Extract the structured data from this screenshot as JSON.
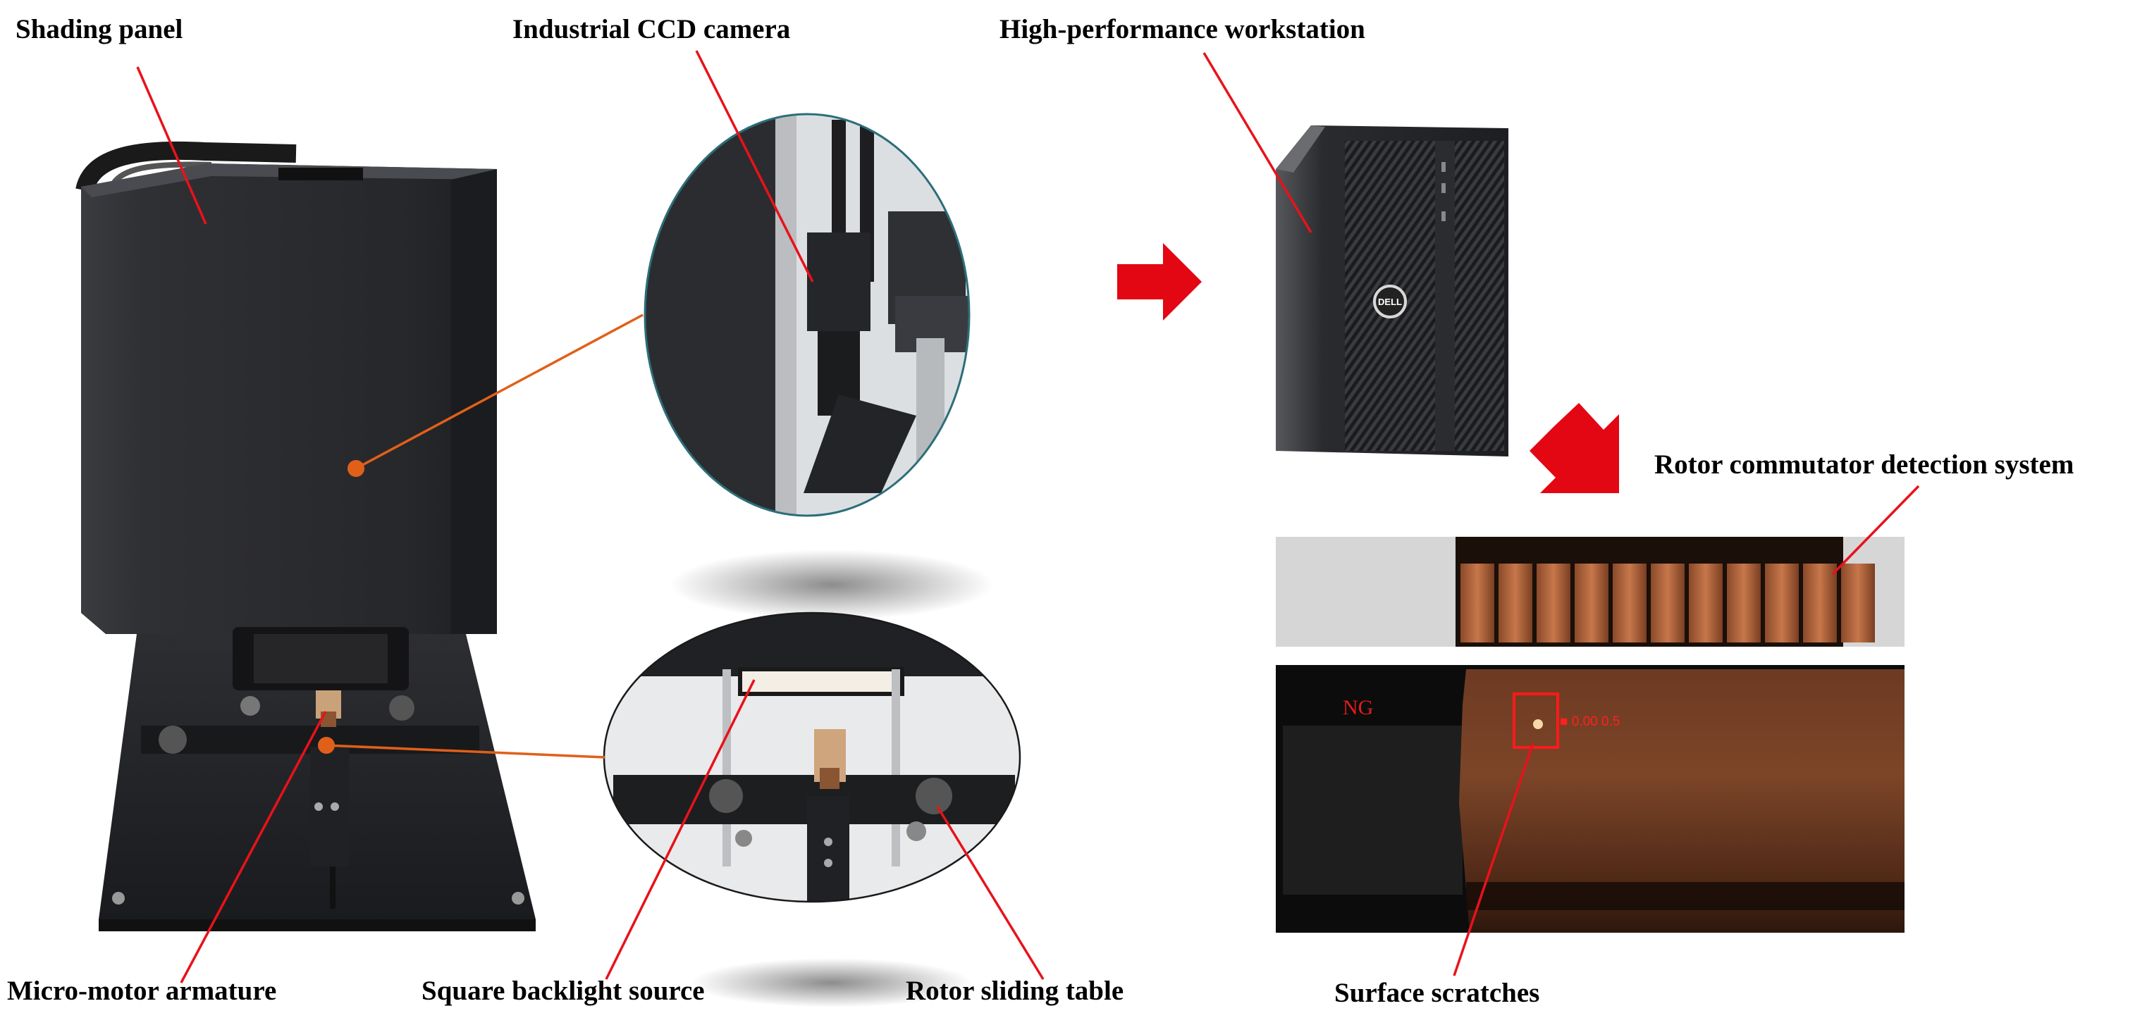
{
  "labels": {
    "shading_panel": "Shading panel",
    "industrial_ccd_camera": "Industrial CCD camera",
    "high_performance_workstation": "High-performance workstation",
    "rotor_commutator_detection_system": "Rotor commutator detection system",
    "micro_motor_armature": "Micro-motor armature",
    "square_backlight_source": "Square backlight source",
    "rotor_sliding_table": "Rotor sliding table",
    "surface_scratches": "Surface scratches"
  },
  "inspection": {
    "result_tag": "NG"
  },
  "workstation": {
    "brand_mark": "DELL"
  },
  "colors": {
    "pointer_red": "#e8121a",
    "pointer_orange": "#e0601a",
    "arrow_red": "#e30613",
    "copper": "#b86a3c",
    "device_black": "#2a2a2c"
  }
}
